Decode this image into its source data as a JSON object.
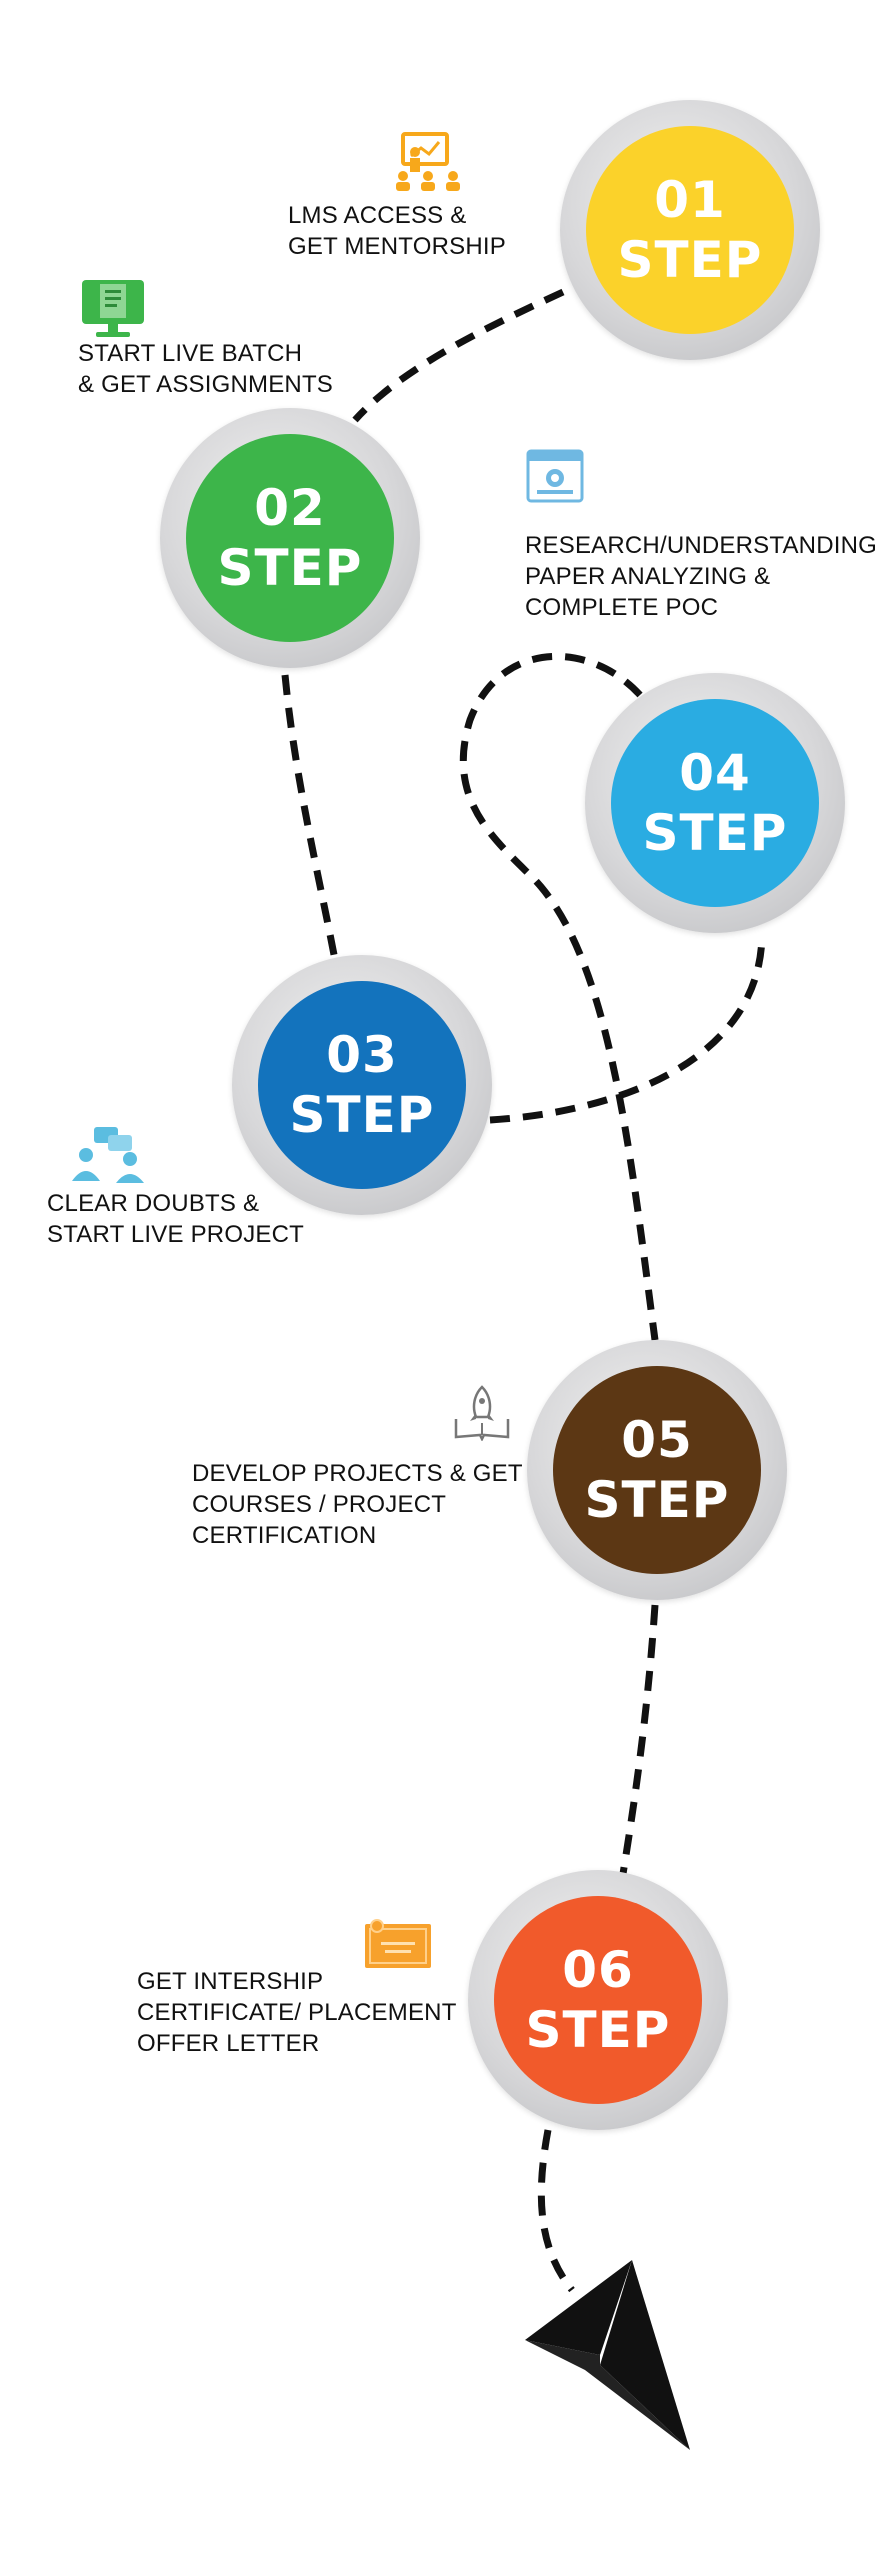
{
  "colors": {
    "step1": "#FBD22A",
    "step2": "#3DB54A",
    "step3": "#1373BD",
    "step4": "#2AACE2",
    "step5": "#5C3714",
    "step6": "#F15A2B",
    "path": "#111111"
  },
  "steps": [
    {
      "number": "01",
      "word": "STEP",
      "label_lines": [
        "LMS ACCESS &",
        "GET MENTORSHIP"
      ],
      "icon": "teacher-presentation-icon"
    },
    {
      "number": "02",
      "word": "STEP",
      "label_lines": [
        "START LIVE BATCH",
        "& GET ASSIGNMENTS"
      ],
      "icon": "monitor-document-icon"
    },
    {
      "number": "03",
      "word": "STEP",
      "label_lines": [
        "CLEAR DOUBTS &",
        "START LIVE PROJECT"
      ],
      "icon": "discussion-people-icon"
    },
    {
      "number": "04",
      "word": "STEP",
      "label_lines": [
        "RESEARCH/UNDERSTANDING",
        "PAPER ANALYZING &",
        "COMPLETE POC"
      ],
      "icon": "research-browser-icon"
    },
    {
      "number": "05",
      "word": "STEP",
      "label_lines": [
        "DEVELOP PROJECTS & GET",
        "COURSES / PROJECT",
        "CERTIFICATION"
      ],
      "icon": "rocket-book-icon"
    },
    {
      "number": "06",
      "word": "STEP",
      "label_lines": [
        "GET INTERSHIP",
        "CERTIFICATE/ PLACEMENT",
        "OFFER LETTER"
      ],
      "icon": "certificate-icon"
    }
  ]
}
